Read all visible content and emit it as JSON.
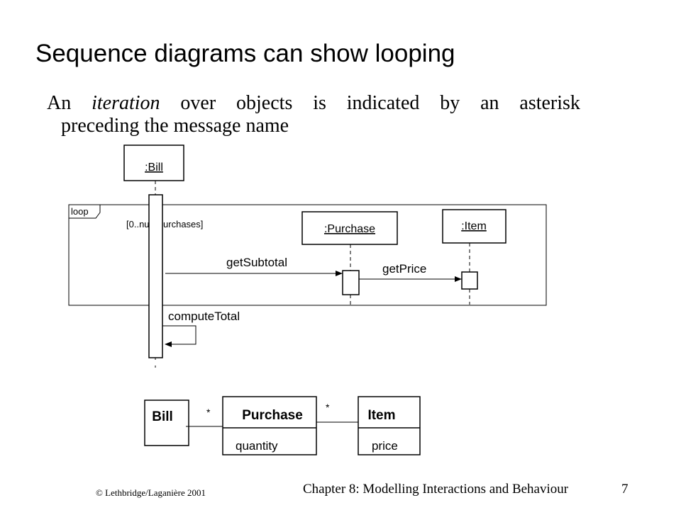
{
  "slide": {
    "title": "Sequence diagrams can show looping",
    "bullet": {
      "words_line1": [
        "An",
        "iteration",
        "over",
        "objects",
        "is",
        "indicated",
        "by",
        "an",
        "asterisk"
      ],
      "line2": "preceding the message name"
    }
  },
  "sequence_diagram": {
    "lifelines": {
      "bill": ":Bill",
      "purchase": ":Purchase",
      "item": ":Item"
    },
    "fragment": {
      "operator": "loop",
      "guard": "[0..numPurchases]"
    },
    "messages": {
      "get_subtotal": "getSubtotal",
      "get_price": "getPrice",
      "compute_total": "computeTotal"
    }
  },
  "class_diagram": {
    "bill": {
      "name": "Bill"
    },
    "purchase": {
      "name": "Purchase",
      "attribute": "quantity"
    },
    "item": {
      "name": "Item",
      "attribute": "price"
    },
    "multiplicity_bill_purchase": "*",
    "multiplicity_item_purchase": "*"
  },
  "footer": {
    "copyright": "© Lethbridge/Laganière 2001",
    "chapter": "Chapter 8: Modelling Interactions and Behaviour",
    "page": "7"
  }
}
